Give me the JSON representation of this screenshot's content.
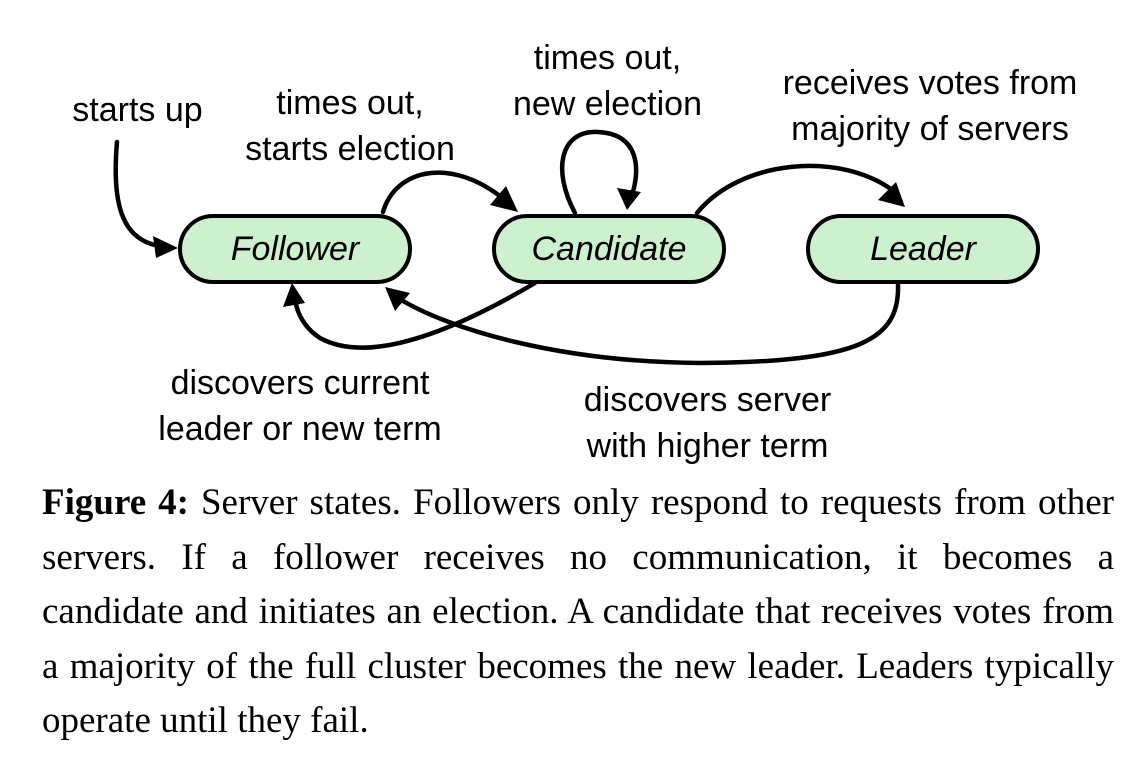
{
  "diagram": {
    "states": {
      "follower": "Follower",
      "candidate": "Candidate",
      "leader": "Leader"
    },
    "state_fill": "#cdf0cf",
    "transitions": {
      "starts_up": [
        "starts up"
      ],
      "follower_to_candidate": [
        "times out,",
        "starts election"
      ],
      "candidate_self": [
        "times out,",
        "new election"
      ],
      "candidate_to_leader": [
        "receives votes from",
        "majority of servers"
      ],
      "candidate_to_follower": [
        "discovers current",
        "leader or new term"
      ],
      "leader_to_follower": [
        "discovers server",
        "with higher term"
      ]
    }
  },
  "caption": {
    "label": "Figure 4:",
    "text": " Server states. Followers only respond to requests from other servers. If a follower receives no communication, it becomes a candidate and initiates an election. A candidate that receives votes from a majority of the full cluster becomes the new leader. Leaders typically operate until they fail."
  }
}
